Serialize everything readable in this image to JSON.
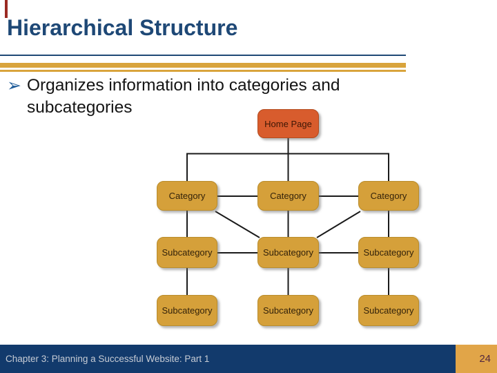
{
  "slide": {
    "title": "Hierarchical Structure",
    "bullet": {
      "marker": "➢",
      "text": "Organizes information into categories and subcategories"
    },
    "footer": {
      "chapter": "Chapter 3: Planning a Successful Website: Part 1",
      "page": "24"
    }
  },
  "diagram": {
    "type": "hierarchy",
    "nodes": [
      {
        "id": "home",
        "level": 0,
        "label": "Home Page"
      },
      {
        "id": "cat1",
        "level": 1,
        "label": "Category"
      },
      {
        "id": "cat2",
        "level": 1,
        "label": "Category"
      },
      {
        "id": "cat3",
        "level": 1,
        "label": "Category"
      },
      {
        "id": "sub1a",
        "level": 2,
        "label": "Subcategory"
      },
      {
        "id": "sub1b",
        "level": 2,
        "label": "Subcategory"
      },
      {
        "id": "sub1c",
        "level": 2,
        "label": "Subcategory"
      },
      {
        "id": "sub2a",
        "level": 3,
        "label": "Subcategory"
      },
      {
        "id": "sub2b",
        "level": 3,
        "label": "Subcategory"
      },
      {
        "id": "sub2c",
        "level": 3,
        "label": "Subcategory"
      }
    ],
    "edges": [
      "home-cat1",
      "home-cat2",
      "home-cat3",
      "cat1-cat2",
      "cat2-cat3",
      "cat1-sub1a",
      "cat2-sub1b",
      "cat3-sub1c",
      "cat1-sub1b",
      "cat3-sub1b",
      "sub1a-sub1b",
      "sub1b-sub1c",
      "sub1a-sub2a",
      "sub1b-sub2b",
      "sub1c-sub2c"
    ]
  },
  "colors": {
    "title_text": "#1e4876",
    "rule_navy": "#1e4876",
    "rule_gold": "#d9a43c",
    "home_node_fill": "#d85c2d",
    "gold_node_fill": "#d5a03a",
    "node_text": "#33220a",
    "connector": "#1a1a1a",
    "footer_bar": "#123a6c",
    "footer_text": "#c7ccd5",
    "page_badge_fill": "#e1a548",
    "page_number_text": "#53283f",
    "accent_mark": "#9b2a23"
  }
}
